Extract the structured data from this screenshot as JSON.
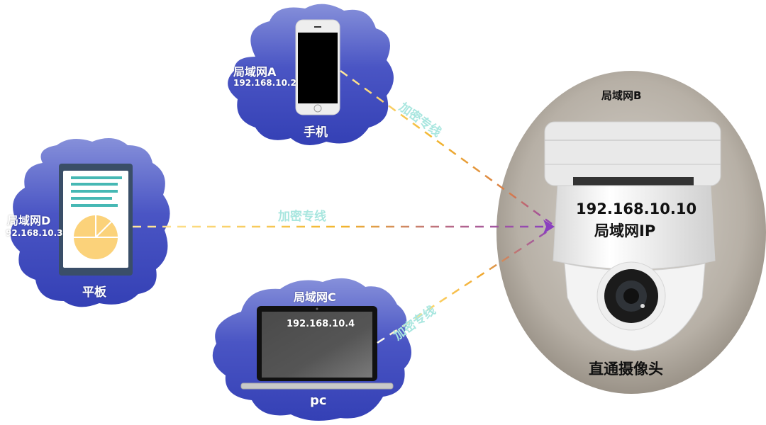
{
  "colors": {
    "cloud_top": "#7b86d6",
    "cloud_bottom": "#3743b8",
    "encrypted_label": "#a8e6df",
    "line_start": "#fdd76b",
    "line_mid": "#f0b030",
    "line_end": "#8a3fc0"
  },
  "nodes": {
    "lan_a": {
      "network": "局域网A",
      "ip": "192.168.10.2",
      "device": "手机",
      "device_icon": "smartphone-icon"
    },
    "lan_d": {
      "network": "局域网D",
      "ip": "92.168.10.3",
      "device": "平板",
      "device_icon": "tablet-icon"
    },
    "lan_c": {
      "network": "局域网C",
      "ip": "192.168.10.4",
      "device": "pc",
      "device_icon": "laptop-icon"
    },
    "lan_b": {
      "network": "局域网B",
      "ip": "192.168.10.10",
      "ip_type": "局域网IP",
      "device": "直通摄像头",
      "device_icon": "dome-camera-icon"
    }
  },
  "links": [
    {
      "from": "lan_a",
      "to": "lan_b",
      "label": "加密专线"
    },
    {
      "from": "lan_d",
      "to": "lan_b",
      "label": "加密专线"
    },
    {
      "from": "lan_c",
      "to": "lan_b",
      "label": "加密专线"
    }
  ]
}
